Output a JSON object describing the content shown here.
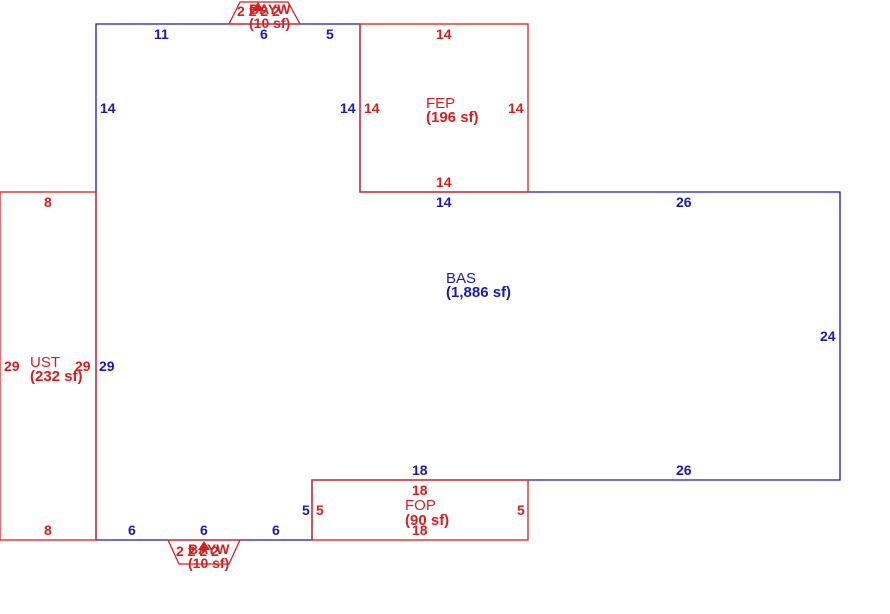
{
  "colors": {
    "main": "#1a1ab0",
    "addition": "#d42020"
  },
  "areas": {
    "bas": {
      "name": "BAS",
      "area": "(1,886 sf)"
    },
    "fep": {
      "name": "FEP",
      "area": "(196 sf)"
    },
    "ust": {
      "name": "UST",
      "area": "(232 sf)"
    },
    "fop": {
      "name": "FOP",
      "area": "(90 sf)"
    },
    "bayw_top": {
      "name": "BAYW",
      "area": "(10 sf)",
      "dims": "2 2 2 2"
    },
    "bayw_bottom": {
      "name": "BAYW",
      "area": "(10 sf)",
      "dims": "2 2 2 2"
    }
  },
  "dimensions": {
    "bas": {
      "top_left": "11",
      "top_mid": "6",
      "top_right": "5",
      "left_upper": "14",
      "inner_left": "14",
      "left_lower": "29",
      "step_top": "14",
      "right_top": "26",
      "right_side": "24",
      "bottom_right": "26",
      "bottom_step": "18",
      "step_side": "5",
      "bottom_a": "6",
      "bottom_b": "6",
      "bottom_c": "6"
    },
    "fep": {
      "top": "14",
      "left": "14",
      "right": "14",
      "bottom": "14"
    },
    "ust": {
      "top": "8",
      "bottom": "8",
      "left": "29",
      "right": "29"
    },
    "fop": {
      "top": "18",
      "bottom": "18",
      "left": "5",
      "right": "5"
    }
  }
}
